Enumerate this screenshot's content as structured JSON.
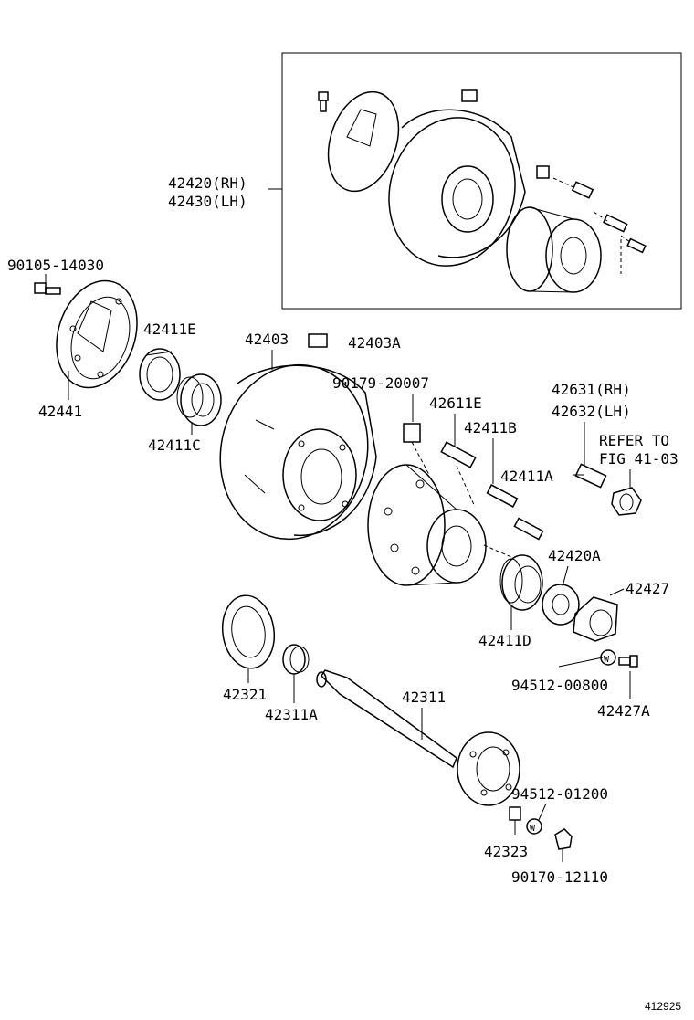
{
  "labels": {
    "p42420": "42420(RH)",
    "p42430": "42430(LH)",
    "p90105": "90105-14030",
    "p42441": "42441",
    "p42411E": "42411E",
    "p42411C": "42411C",
    "p42403": "42403",
    "p42403A": "42403A",
    "p90179": "90179-20007",
    "p42611E": "42611E",
    "p42411B": "42411B",
    "p42631": "42631(RH)",
    "p42632": "42632(LH)",
    "refer1": "REFER TO",
    "refer2": "FIG 41-03",
    "p42411A": "42411A",
    "p42420A": "42420A",
    "p42427": "42427",
    "p42411D": "42411D",
    "p94512_008": "94512-00800",
    "p42427A": "42427A",
    "p42321": "42321",
    "p42311A": "42311A",
    "p42311": "42311",
    "p94512_012": "94512-01200",
    "p42323": "42323",
    "p90170": "90170-12110",
    "figure_number": "412925"
  },
  "icons": {
    "washer_mark": "W"
  }
}
